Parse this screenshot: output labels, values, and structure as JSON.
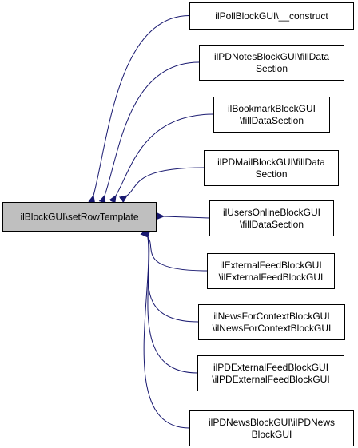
{
  "colors": {
    "edge": "#191970",
    "node_border": "#000000",
    "root_fill": "#bfbfbf",
    "node_fill": "#ffffff",
    "background": "#ffffff"
  },
  "root": {
    "lines": [
      "ilBlockGUI\\setRowTemplate"
    ]
  },
  "callers": [
    {
      "lines": [
        "ilPollBlockGUI\\__construct"
      ]
    },
    {
      "lines": [
        "ilPDNotesBlockGUI\\fillData",
        "Section"
      ]
    },
    {
      "lines": [
        "ilBookmarkBlockGUI",
        "\\fillDataSection"
      ]
    },
    {
      "lines": [
        "ilPDMailBlockGUI\\fillData",
        "Section"
      ]
    },
    {
      "lines": [
        "ilUsersOnlineBlockGUI",
        "\\fillDataSection"
      ]
    },
    {
      "lines": [
        "ilExternalFeedBlockGUI",
        "\\ilExternalFeedBlockGUI"
      ]
    },
    {
      "lines": [
        "ilNewsForContextBlockGUI",
        "\\ilNewsForContextBlockGUI"
      ]
    },
    {
      "lines": [
        "ilPDExternalFeedBlockGUI",
        "\\ilPDExternalFeedBlockGUI"
      ]
    },
    {
      "lines": [
        "ilPDNewsBlockGUI\\ilPDNews",
        "BlockGUI"
      ]
    }
  ]
}
